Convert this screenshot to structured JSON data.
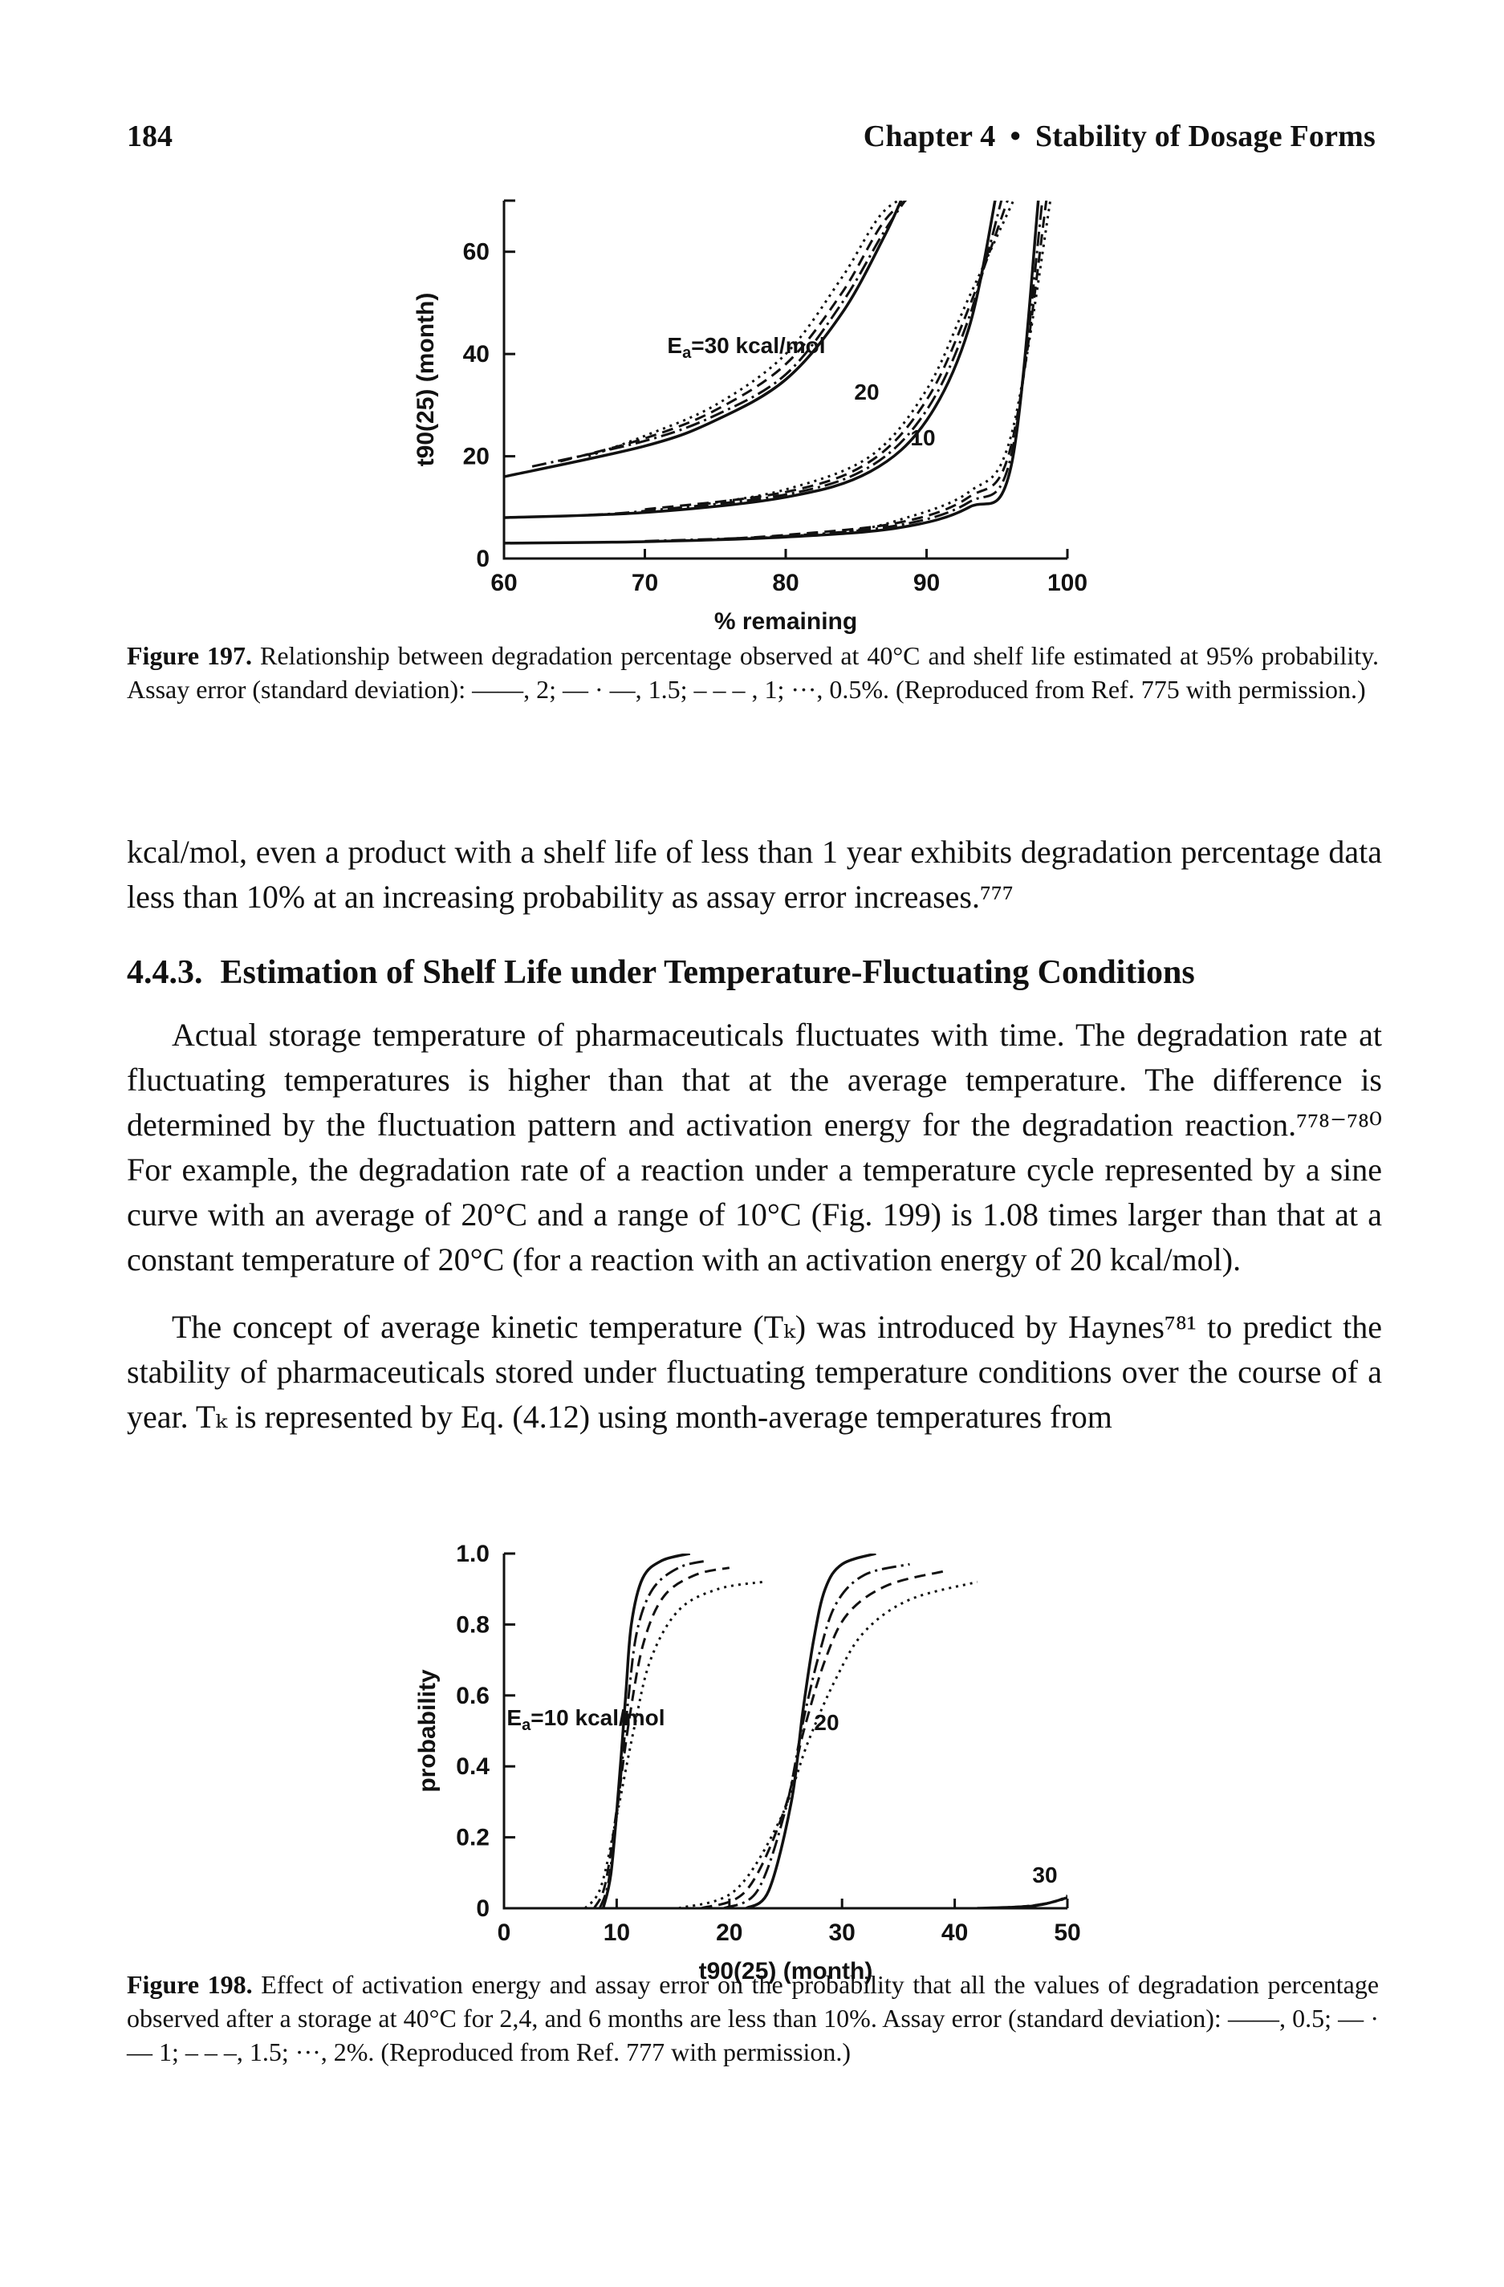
{
  "header": {
    "page_number": "184",
    "chapter": "Chapter 4",
    "separator": "•",
    "chapter_title": "Stability of Dosage Forms"
  },
  "figure197": {
    "caption_label": "Figure 197.",
    "caption_text": "Relationship between degradation percentage observed at 40°C and shelf life estimated at 95% probability. Assay error (standard deviation): ——, 2; — · —, 1.5; – – – , 1; ···, 0.5%. (Reproduced from Ref. 775 with permission.)"
  },
  "body_text_1": "kcal/mol, even a product with a shelf life of less than 1 year exhibits degradation percentage data less than 10% at an increasing probability as assay error increases.⁷⁷⁷",
  "section": {
    "number": "4.4.3.",
    "title": "Estimation of Shelf Life under Temperature-Fluctuating Conditions"
  },
  "body_text_2": "Actual storage temperature of pharmaceuticals fluctuates with time. The degradation rate at fluctuating temperatures is higher than that at the average temperature. The difference is determined by the fluctuation pattern and activation energy for the degradation reaction.⁷⁷⁸⁻⁷⁸⁰ For example, the degradation rate of a reaction under a temperature cycle represented by a sine curve with an average of 20°C and a range of 10°C (Fig. 199) is 1.08 times larger than that at a constant temperature of 20°C (for a reaction with an activation energy of 20 kcal/mol).",
  "body_text_3": "The concept of average kinetic temperature (Tₖ) was introduced by Haynes⁷⁸¹ to predict the stability of pharmaceuticals stored under fluctuating temperature conditions over the course of a year. Tₖ is represented by Eq. (4.12) using month-average temperatures from",
  "figure198": {
    "caption_label": "Figure 198.",
    "caption_text": "Effect of activation energy and assay error on the probability that all the values of degradation percentage observed after a storage at 40°C for 2,4, and 6 months are less than 10%. Assay error (standard deviation): ——, 0.5; — · — 1; – – –, 1.5; ···, 2%. (Reproduced from Ref. 777 with permission.)"
  },
  "chart_data": [
    {
      "type": "line",
      "xlabel": "% remaining",
      "ylabel": "t90(25) (month)",
      "xlim": [
        60,
        100
      ],
      "ylim": [
        0,
        70
      ],
      "x_ticks": [
        "60",
        "70",
        "80",
        "90",
        "100"
      ],
      "y_ticks": [
        "0",
        "20",
        "40",
        "60"
      ],
      "annotations": [
        "Ea=30 kcal/mol",
        "20",
        "10"
      ],
      "groups": [
        {
          "label": "Ea=30 kcal/mol",
          "series": [
            {
              "style": "solid",
              "x": [
                60,
                70,
                75,
                80,
                84,
                87,
                88.5
              ],
              "y": [
                16,
                22,
                27,
                35,
                48,
                63,
                72
              ]
            },
            {
              "style": "dashdot",
              "x": [
                62,
                70,
                75,
                80,
                84,
                87,
                89
              ],
              "y": [
                18,
                23,
                28,
                36,
                50,
                64,
                72
              ]
            },
            {
              "style": "dashed",
              "x": [
                64,
                70,
                75,
                80,
                84,
                87,
                89.5
              ],
              "y": [
                19,
                23.5,
                29,
                38,
                52,
                66,
                72
              ]
            },
            {
              "style": "dotted",
              "x": [
                66,
                70,
                75,
                80,
                84,
                87,
                90
              ],
              "y": [
                20,
                24,
                30,
                40,
                55,
                68,
                72
              ]
            }
          ]
        },
        {
          "label": "20",
          "series": [
            {
              "style": "solid",
              "x": [
                60,
                70,
                80,
                86,
                90,
                93,
                95
              ],
              "y": [
                8,
                9,
                12,
                17,
                27,
                45,
                72
              ]
            },
            {
              "style": "dashdot",
              "x": [
                66,
                70,
                80,
                86,
                90,
                93,
                95.5
              ],
              "y": [
                8.5,
                9.3,
                12.5,
                18,
                29,
                47,
                72
              ]
            },
            {
              "style": "dashed",
              "x": [
                70,
                80,
                86,
                90,
                93,
                96
              ],
              "y": [
                9.6,
                13,
                19,
                31,
                49,
                72
              ]
            },
            {
              "style": "dotted",
              "x": [
                74,
                80,
                86,
                90,
                93,
                96.5
              ],
              "y": [
                10.5,
                13.5,
                20,
                33,
                51,
                72
              ]
            }
          ]
        },
        {
          "label": "10",
          "series": [
            {
              "style": "solid",
              "x": [
                60,
                70,
                80,
                88,
                93,
                96,
                98
              ],
              "y": [
                3,
                3.3,
                4.2,
                6,
                10,
                18,
                72
              ]
            },
            {
              "style": "dashdot",
              "x": [
                70,
                80,
                88,
                93,
                96,
                98.3
              ],
              "y": [
                3.4,
                4.4,
                6.5,
                11,
                20,
                72
              ]
            },
            {
              "style": "dashed",
              "x": [
                74,
                80,
                88,
                93,
                96,
                98.6
              ],
              "y": [
                3.6,
                4.6,
                7,
                12,
                22,
                72
              ]
            },
            {
              "style": "dotted",
              "x": [
                78,
                84,
                88,
                93,
                96,
                98.9
              ],
              "y": [
                4,
                5.2,
                7.5,
                13,
                24,
                72
              ]
            }
          ]
        }
      ]
    },
    {
      "type": "line",
      "xlabel": "t90(25) (month)",
      "ylabel": "probability",
      "xlim": [
        0,
        50
      ],
      "ylim": [
        0,
        1.0
      ],
      "x_ticks": [
        "0",
        "10",
        "20",
        "30",
        "40",
        "50"
      ],
      "y_ticks": [
        "0",
        "0.2",
        "0.4",
        "0.6",
        "0.8",
        "1.0"
      ],
      "annotations": [
        "Ea=10 kcal/mol",
        "20",
        "30"
      ],
      "groups": [
        {
          "label": "Ea=10 kcal/mol",
          "series": [
            {
              "style": "solid",
              "x": [
                8.8,
                9.5,
                10.2,
                10.8,
                11.3,
                12.3,
                14,
                16.5
              ],
              "y": [
                0,
                0.1,
                0.35,
                0.6,
                0.8,
                0.93,
                0.98,
                1.0
              ]
            },
            {
              "style": "dashdot",
              "x": [
                8.5,
                9.3,
                10.2,
                11,
                11.8,
                13.2,
                15.5,
                18
              ],
              "y": [
                0,
                0.08,
                0.32,
                0.58,
                0.78,
                0.9,
                0.96,
                0.98
              ]
            },
            {
              "style": "dashed",
              "x": [
                8.0,
                9.0,
                10.1,
                11.2,
                12.4,
                14.2,
                17,
                20
              ],
              "y": [
                0,
                0.07,
                0.3,
                0.55,
                0.75,
                0.88,
                0.94,
                0.96
              ]
            },
            {
              "style": "dotted",
              "x": [
                7.2,
                8.6,
                10,
                11.5,
                13,
                15.5,
                19,
                23
              ],
              "y": [
                0,
                0.06,
                0.26,
                0.5,
                0.7,
                0.84,
                0.9,
                0.92
              ]
            }
          ]
        },
        {
          "label": "20",
          "series": [
            {
              "style": "solid",
              "x": [
                21.5,
                23.5,
                25.5,
                26.5,
                27.5,
                28.5,
                30,
                33
              ],
              "y": [
                0,
                0.05,
                0.3,
                0.55,
                0.76,
                0.9,
                0.97,
                1.0
              ]
            },
            {
              "style": "dashdot",
              "x": [
                19.5,
                22.5,
                25,
                26.5,
                28,
                29.5,
                32,
                36
              ],
              "y": [
                0,
                0.05,
                0.28,
                0.52,
                0.72,
                0.86,
                0.94,
                0.97
              ]
            },
            {
              "style": "dashed",
              "x": [
                17.5,
                21.5,
                24.8,
                26.6,
                28.5,
                30.5,
                34,
                39
              ],
              "y": [
                0,
                0.05,
                0.27,
                0.5,
                0.7,
                0.83,
                0.91,
                0.95
              ]
            },
            {
              "style": "dotted",
              "x": [
                15.5,
                20.5,
                24.5,
                27,
                29.5,
                32,
                36,
                42
              ],
              "y": [
                0,
                0.05,
                0.25,
                0.47,
                0.65,
                0.78,
                0.87,
                0.92
              ]
            }
          ]
        },
        {
          "label": "30",
          "series": [
            {
              "style": "solid",
              "x": [
                42,
                46,
                48,
                50
              ],
              "y": [
                0,
                0.004,
                0.012,
                0.03
              ]
            },
            {
              "style": "dashdot",
              "x": [
                43,
                46.5,
                48.5,
                50
              ],
              "y": [
                0,
                0.006,
                0.016,
                0.032
              ]
            },
            {
              "style": "dashed",
              "x": [
                44,
                47,
                49,
                50
              ],
              "y": [
                0,
                0.008,
                0.02,
                0.034
              ]
            },
            {
              "style": "dotted",
              "x": [
                45,
                47.5,
                49.5,
                50
              ],
              "y": [
                0,
                0.01,
                0.024,
                0.036
              ]
            }
          ]
        }
      ]
    }
  ]
}
